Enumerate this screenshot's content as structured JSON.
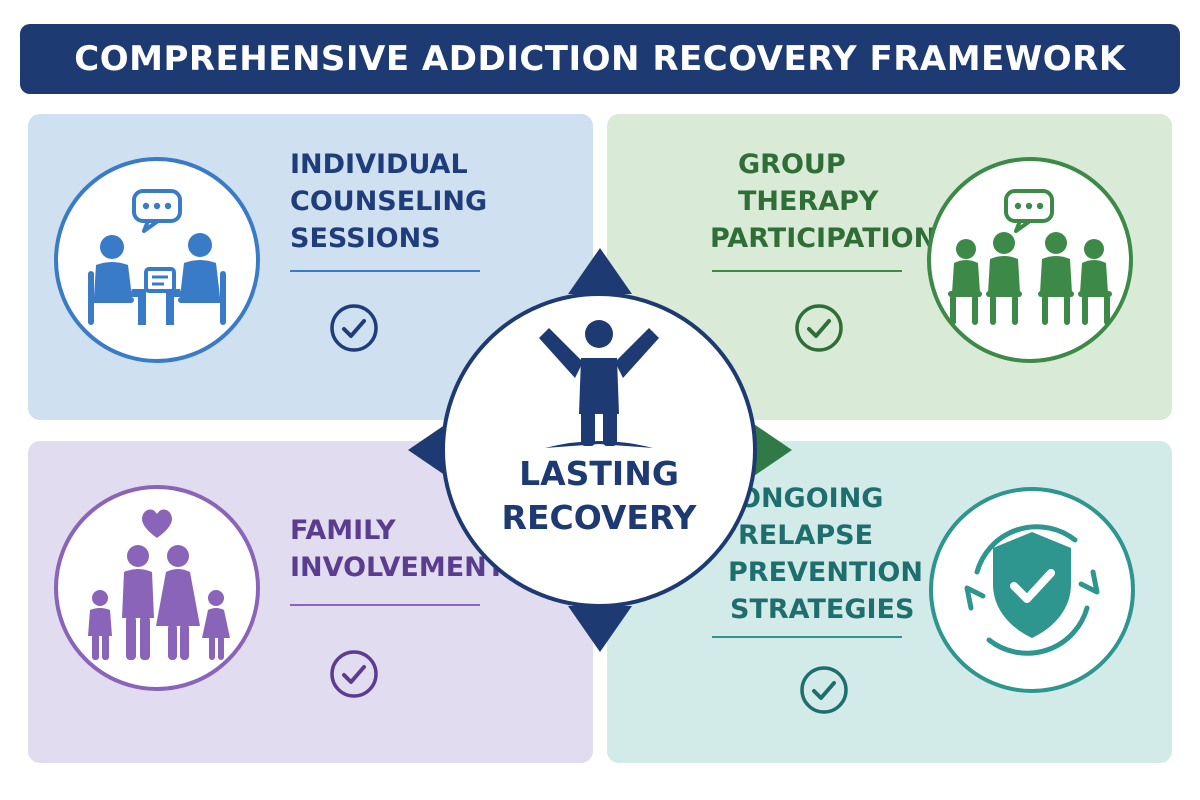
{
  "title": "COMPREHENSIVE ADDICTION RECOVERY FRAMEWORK",
  "center": {
    "lines": [
      "LASTING",
      "RECOVERY"
    ],
    "icon": "person-arms-raised-icon",
    "color": "#1d3a72"
  },
  "panels": [
    {
      "id": "individual",
      "lines": [
        "INDIVIDUAL",
        "COUNSELING",
        "SESSIONS"
      ],
      "icon": "counseling-icon",
      "accent": "#3a7bc8",
      "text_color": "#1f3d7a",
      "completed": true
    },
    {
      "id": "group",
      "lines": [
        "GROUP",
        "THERAPY",
        "PARTICIPATION"
      ],
      "icon": "group-therapy-icon",
      "accent": "#3d8a48",
      "text_color": "#2f6e36",
      "completed": true
    },
    {
      "id": "family",
      "lines": [
        "FAMILY",
        "INVOLVEMENT"
      ],
      "icon": "family-icon",
      "accent": "#8a64b8",
      "text_color": "#5b3d8f",
      "completed": true
    },
    {
      "id": "relapse",
      "lines": [
        "ONGOING",
        "RELAPSE",
        "PREVENTION",
        "STRATEGIES"
      ],
      "icon": "shield-check-icon",
      "accent": "#2f958f",
      "text_color": "#1f6e6e",
      "completed": true
    }
  ]
}
